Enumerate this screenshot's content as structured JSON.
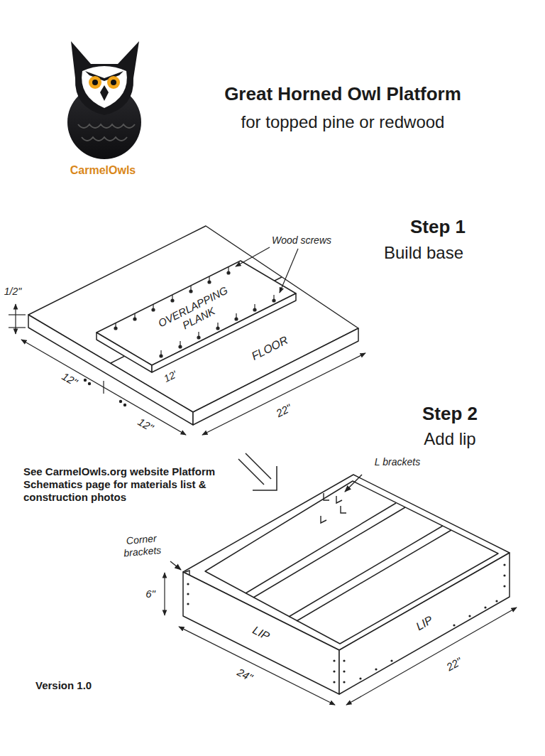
{
  "diagram": {
    "title": "Great Horned Owl Platform",
    "labels": [
      "for topped pine or redwood",
      "CarmelOwls",
      "Step 1",
      "Build base",
      "Step 2",
      "Add lip",
      "See CarmelOwls.org website Platform Schematics page for materials list & construction photos",
      "Version 1.0",
      "1/2\"",
      "Wood screws",
      "OVERLAPPING PLANK",
      "12'",
      "FLOOR",
      "12\"",
      "12\"",
      "22\"",
      "L brackets",
      "Corner brackets",
      "6\"",
      "LIP",
      "LIP",
      "24\"",
      "22\""
    ]
  }
}
